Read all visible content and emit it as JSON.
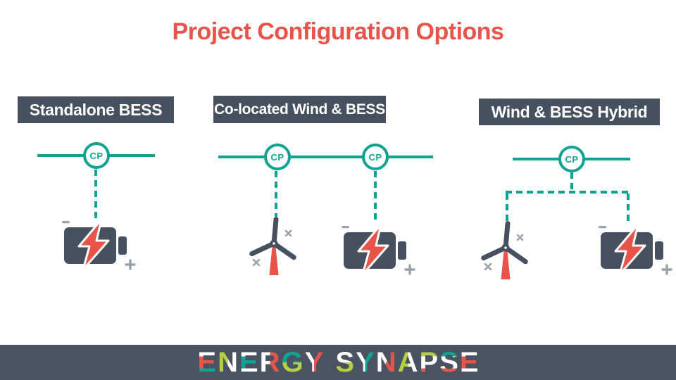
{
  "title": "Project Configuration Options",
  "theme": {
    "red": "#e8534a",
    "teal": "#10a392",
    "slate": "#46505e",
    "gray": "#99a2aa",
    "lime": "#b4cf43",
    "white": "#ffffff",
    "bar_bg": "#4a5362"
  },
  "diagrams": [
    {
      "label": "Standalone BESS",
      "cp_labels": [
        "CP"
      ],
      "components": [
        "battery"
      ]
    },
    {
      "label": "Co-located Wind & BESS",
      "cp_labels": [
        "CP",
        "CP"
      ],
      "components": [
        "wind-turbine",
        "battery"
      ]
    },
    {
      "label": "Wind & BESS Hybrid",
      "cp_labels": [
        "CP"
      ],
      "components": [
        "wind-turbine",
        "battery"
      ]
    }
  ],
  "footer": {
    "logo_text": "ENERGY SYNAPSE",
    "letters": [
      {
        "ch": "E",
        "angle": 180,
        "stops": [
          "#ffffff",
          "#e8534a",
          "#10a392"
        ]
      },
      {
        "ch": "N",
        "angle": 90,
        "stops": [
          "#b4cf43",
          "#ffffff"
        ]
      },
      {
        "ch": "E",
        "angle": 180,
        "stops": [
          "#ffffff",
          "#10a392",
          "#ffffff"
        ]
      },
      {
        "ch": "R",
        "angle": 90,
        "stops": [
          "#ffffff",
          "#e8534a"
        ]
      },
      {
        "ch": "G",
        "angle": 180,
        "stops": [
          "#10a392",
          "#b4cf43"
        ]
      },
      {
        "ch": "Y",
        "angle": 90,
        "stops": [
          "#ffffff",
          "#e8534a"
        ]
      },
      {
        "ch": " "
      },
      {
        "ch": "S",
        "angle": 180,
        "stops": [
          "#ffffff",
          "#b4cf43"
        ]
      },
      {
        "ch": "Y",
        "angle": 90,
        "stops": [
          "#ffffff",
          "#10a392"
        ]
      },
      {
        "ch": "N",
        "angle": 115,
        "stops": [
          "#ffffff",
          "#e8534a"
        ]
      },
      {
        "ch": "A",
        "angle": 90,
        "stops": [
          "#b4cf43",
          "#ffffff"
        ]
      },
      {
        "ch": "P",
        "angle": 180,
        "stops": [
          "#b4cf43",
          "#ffffff",
          "#e8534a"
        ]
      },
      {
        "ch": "S",
        "angle": 180,
        "stops": [
          "#10a392",
          "#ffffff",
          "#e8534a"
        ]
      },
      {
        "ch": "E",
        "angle": 180,
        "stops": [
          "#ffffff",
          "#e8534a",
          "#ffffff"
        ]
      }
    ]
  }
}
